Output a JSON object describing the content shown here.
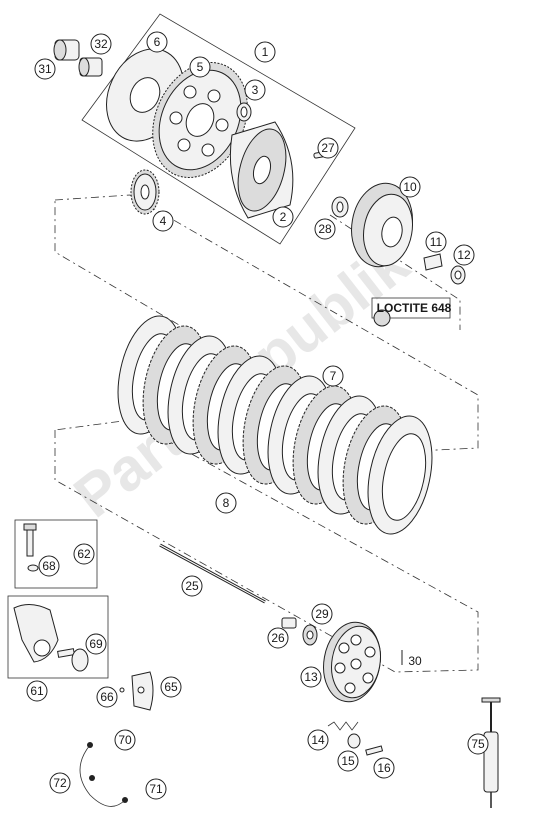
{
  "callouts": [
    {
      "id": "c1",
      "label": "1"
    },
    {
      "id": "c2",
      "label": "2"
    },
    {
      "id": "c3",
      "label": "3"
    },
    {
      "id": "c4",
      "label": "4"
    },
    {
      "id": "c5",
      "label": "5"
    },
    {
      "id": "c6",
      "label": "6"
    },
    {
      "id": "c7",
      "label": "7"
    },
    {
      "id": "c8",
      "label": "8"
    },
    {
      "id": "c10",
      "label": "10"
    },
    {
      "id": "c11",
      "label": "11"
    },
    {
      "id": "c12",
      "label": "12"
    },
    {
      "id": "c13",
      "label": "13"
    },
    {
      "id": "c14",
      "label": "14"
    },
    {
      "id": "c15",
      "label": "15"
    },
    {
      "id": "c16",
      "label": "16"
    },
    {
      "id": "c25",
      "label": "25"
    },
    {
      "id": "c26",
      "label": "26"
    },
    {
      "id": "c27",
      "label": "27"
    },
    {
      "id": "c28",
      "label": "28"
    },
    {
      "id": "c29",
      "label": "29"
    },
    {
      "id": "c31",
      "label": "31"
    },
    {
      "id": "c32",
      "label": "32"
    },
    {
      "id": "c61",
      "label": "61"
    },
    {
      "id": "c62",
      "label": "62"
    },
    {
      "id": "c65",
      "label": "65"
    },
    {
      "id": "c66",
      "label": "66"
    },
    {
      "id": "c68",
      "label": "68"
    },
    {
      "id": "c69",
      "label": "69"
    },
    {
      "id": "c70",
      "label": "70"
    },
    {
      "id": "c71",
      "label": "71"
    },
    {
      "id": "c72",
      "label": "72"
    },
    {
      "id": "c75",
      "label": "75"
    }
  ],
  "plain_labels": {
    "c30": "30"
  },
  "loctite_label": "LOCTITE 648",
  "watermark": "PartsRepublik",
  "colors": {
    "line": "#222222",
    "fill_light": "#f2f2f2",
    "fill_mid": "#dcdcdc",
    "watermark": "#bdbdbd"
  }
}
